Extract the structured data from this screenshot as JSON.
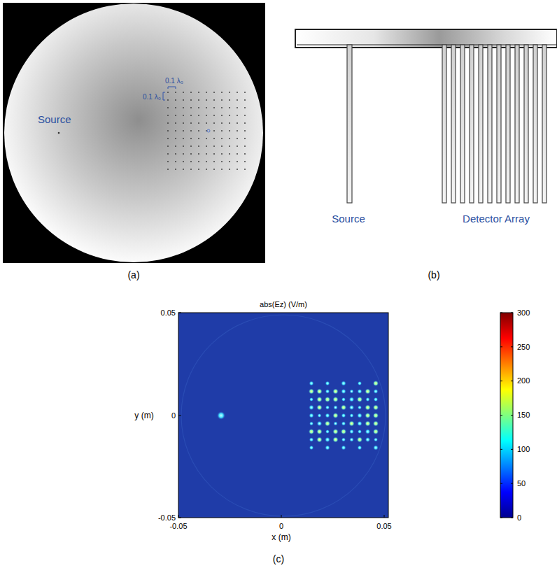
{
  "diagram": {
    "labels": [
      "Source",
      "0.1 λ₀",
      "0.1 λ₀",
      "(a)",
      "Source",
      "Detector Array",
      "(b)",
      "abs(Ez) (V/m)",
      "0.05",
      "0",
      "-0.05",
      "y (m)",
      "-0.05",
      "0",
      "0.05",
      "x (m)",
      "300",
      "250",
      "200",
      "150",
      "100",
      "50",
      "0",
      "(c)"
    ]
  }
}
